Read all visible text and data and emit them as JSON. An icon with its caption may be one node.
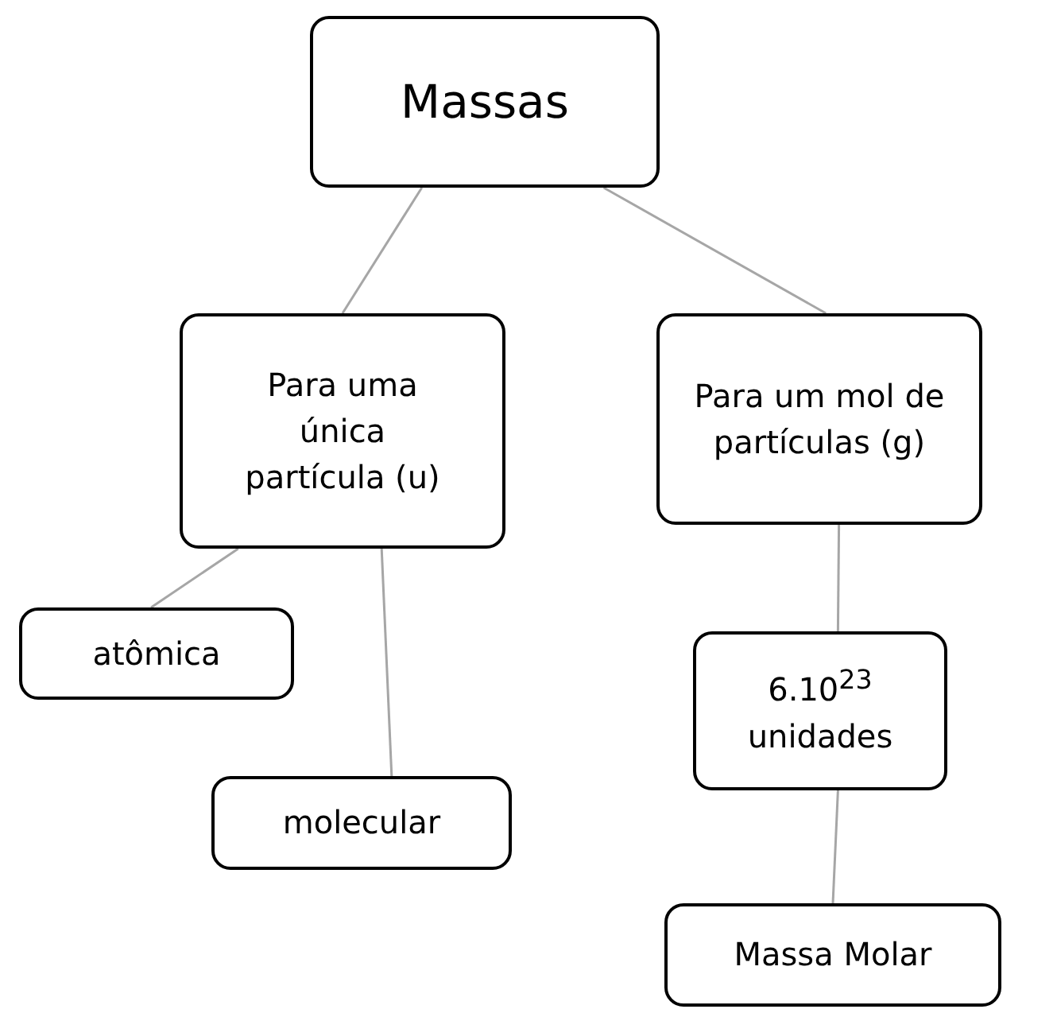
{
  "diagram": {
    "nodes": [
      {
        "text": [
          "Massas"
        ]
      },
      {
        "text": [
          "Para uma única partícula (u)"
        ]
      },
      {
        "text": [
          "Para um mol de partículas (g)"
        ]
      },
      {
        "text": [
          "atômica"
        ]
      },
      {
        "text": [
          "molecular"
        ]
      },
      {
        "text": [
          "6.10$^{23}$ unidades"
        ]
      },
      {
        "text": [
          "Massa Molar"
        ]
      }
    ],
    "edges": [
      {
        "from": 0,
        "to": 1,
        "arrow": "none"
      },
      {
        "from": 0,
        "to": 2,
        "arrow": "none"
      },
      {
        "from": 1,
        "to": 3,
        "arrow": "none"
      },
      {
        "from": 1,
        "to": 4,
        "arrow": "none"
      },
      {
        "from": 2,
        "to": 5,
        "arrow": "none"
      },
      {
        "from": 5,
        "to": 6,
        "arrow": "none"
      }
    ]
  }
}
